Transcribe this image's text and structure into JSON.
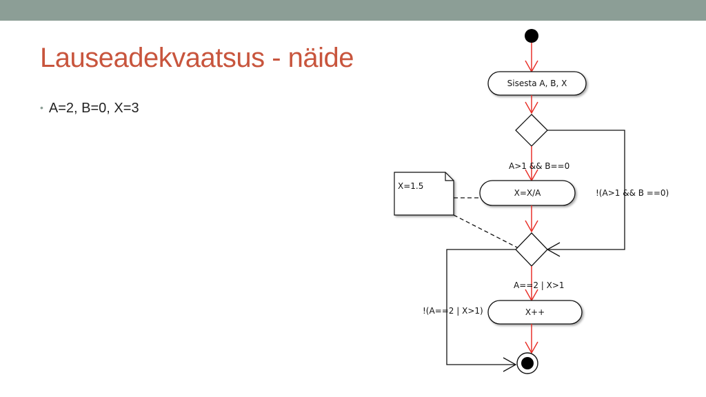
{
  "slide": {
    "title": "Lauseadekvaatsus - näide",
    "bullet": "A=2, B=0, X=3"
  },
  "diagram": {
    "input_action": "Sisesta A, B, X",
    "true_guard": "A>1 && B==0",
    "false_guard": "!(A>1 && B ==0)",
    "assign_action": "X=X/A",
    "note": "X=1.5",
    "second_true_guard": "A==2 | X>1",
    "second_false_guard": "!(A==2 | X>1)",
    "increment_action": "X++"
  },
  "colors": {
    "topbar": "#8c9e96",
    "title": "#c8553d",
    "flow_arrow": "#e8312a",
    "outline": "#111111"
  }
}
